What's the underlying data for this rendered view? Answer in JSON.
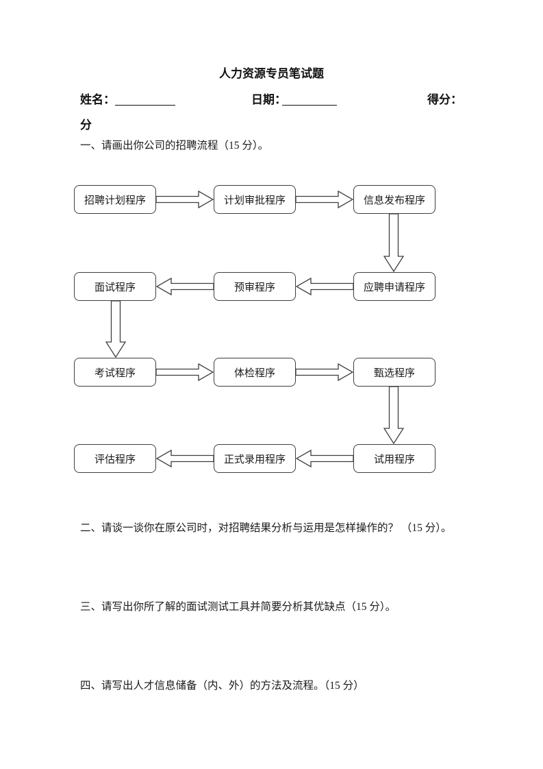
{
  "title": "人力资源专员笔试题",
  "header": {
    "name_label": "姓名：",
    "date_label": "日期：",
    "score_label": "得分：",
    "score_wrapped_suffix": "分"
  },
  "questions": [
    {
      "text": "一、请画出你公司的招聘流程（15 分）。"
    },
    {
      "text": "二、请谈一谈你在原公司时，对招聘结果分析与运用是怎样操作的？ （15 分）。"
    },
    {
      "text": "三、请写出你所了解的面试测试工具并简要分析其优缺点（15 分）。"
    },
    {
      "text": "四、请写出人才信息储备（内、外）的方法及流程。（15 分）"
    }
  ],
  "flowchart": {
    "line_color": "#3d3d3d",
    "rows": [
      {
        "direction": "right",
        "boxes": [
          "招聘计划程序",
          "计划审批程序",
          "信息发布程序"
        ]
      },
      {
        "direction": "left",
        "boxes": [
          "面试程序",
          "预审程序",
          "应聘申请程序"
        ]
      },
      {
        "direction": "right",
        "boxes": [
          "考试程序",
          "体检程序",
          "甄选程序"
        ]
      },
      {
        "direction": "left",
        "boxes": [
          "评估程序",
          "正式录用程序",
          "试用程序"
        ]
      }
    ],
    "vertical_connectors": [
      {
        "from": "信息发布程序",
        "to": "应聘申请程序"
      },
      {
        "from": "面试程序",
        "to": "考试程序"
      },
      {
        "from": "甄选程序",
        "to": "试用程序"
      }
    ]
  }
}
